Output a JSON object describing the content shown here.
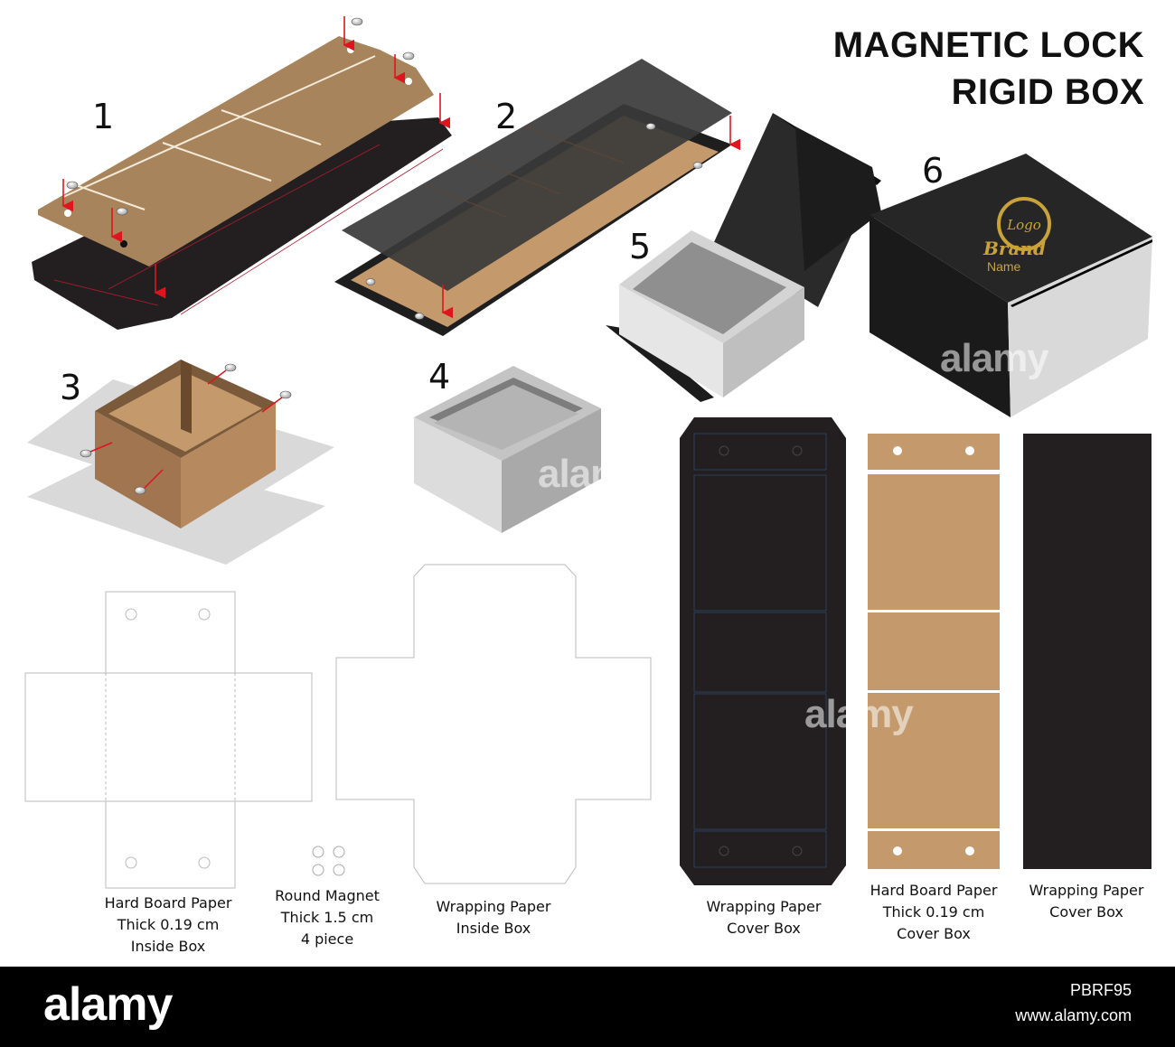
{
  "title": {
    "line1": "MAGNETIC LOCK",
    "line2": "RIGID BOX"
  },
  "steps": [
    "1",
    "2",
    "3",
    "4",
    "5",
    "6"
  ],
  "brand_logo": {
    "logo": "Logo",
    "brand": "Brand",
    "name": "Name"
  },
  "captions": {
    "inside_board": [
      "Hard Board Paper",
      "Thick 0.19 cm",
      "Inside Box"
    ],
    "magnet": [
      "Round Magnet",
      "Thick 1.5 cm",
      "4 piece"
    ],
    "inside_wrap": [
      "Wrapping Paper",
      "Inside Box"
    ],
    "cover_wrap": [
      "Wrapping Paper",
      "Cover Box"
    ],
    "cover_board": [
      "Hard Board Paper",
      "Thick 0.19 cm",
      "Cover Box"
    ],
    "cover_paper": [
      "Wrapping Paper",
      "Cover Box"
    ]
  },
  "watermark": "alamy",
  "footer": {
    "logo": "alamy",
    "image_id": "PBRF95",
    "site": "www.alamy.com"
  },
  "colors": {
    "kraft": "#c49a6c",
    "black": "#231f20",
    "grey": "#d9d9d9",
    "arrow": "#e0141e",
    "gold": "#c9a33a"
  }
}
